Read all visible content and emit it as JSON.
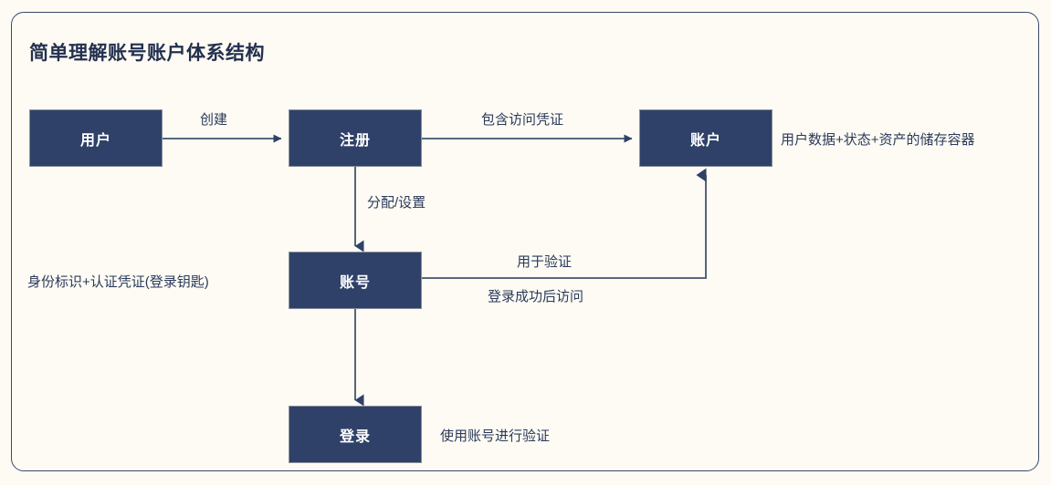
{
  "diagram": {
    "title": "简单理解账号账户体系结构",
    "background_color": "#fdfbf3",
    "card_border_color": "#3a4a6b",
    "node_fill_color": "#2f4168",
    "node_text_color": "#ffffff",
    "label_text_color": "#2b3a5c",
    "nodes": [
      {
        "id": "user",
        "label": "用户"
      },
      {
        "id": "register",
        "label": "注册"
      },
      {
        "id": "account",
        "label": "账户"
      },
      {
        "id": "accountid",
        "label": "账号"
      },
      {
        "id": "login",
        "label": "登录"
      }
    ],
    "edge_labels": [
      {
        "id": "user-to-register",
        "text": "创建"
      },
      {
        "id": "register-to-account",
        "text": "包含访问凭证"
      },
      {
        "id": "register-to-accountid",
        "text": "分配/设置"
      },
      {
        "id": "accountid-to-account",
        "text": "用于验证"
      },
      {
        "id": "accountid-to-account-2",
        "text": "登录成功后访问"
      }
    ],
    "notes": [
      {
        "id": "account-note",
        "text": "用户数据+状态+资产的储存容器"
      },
      {
        "id": "accountid-note",
        "text": "身份标识+认证凭证(登录钥匙)"
      },
      {
        "id": "login-note",
        "text": "使用账号进行验证"
      }
    ]
  }
}
